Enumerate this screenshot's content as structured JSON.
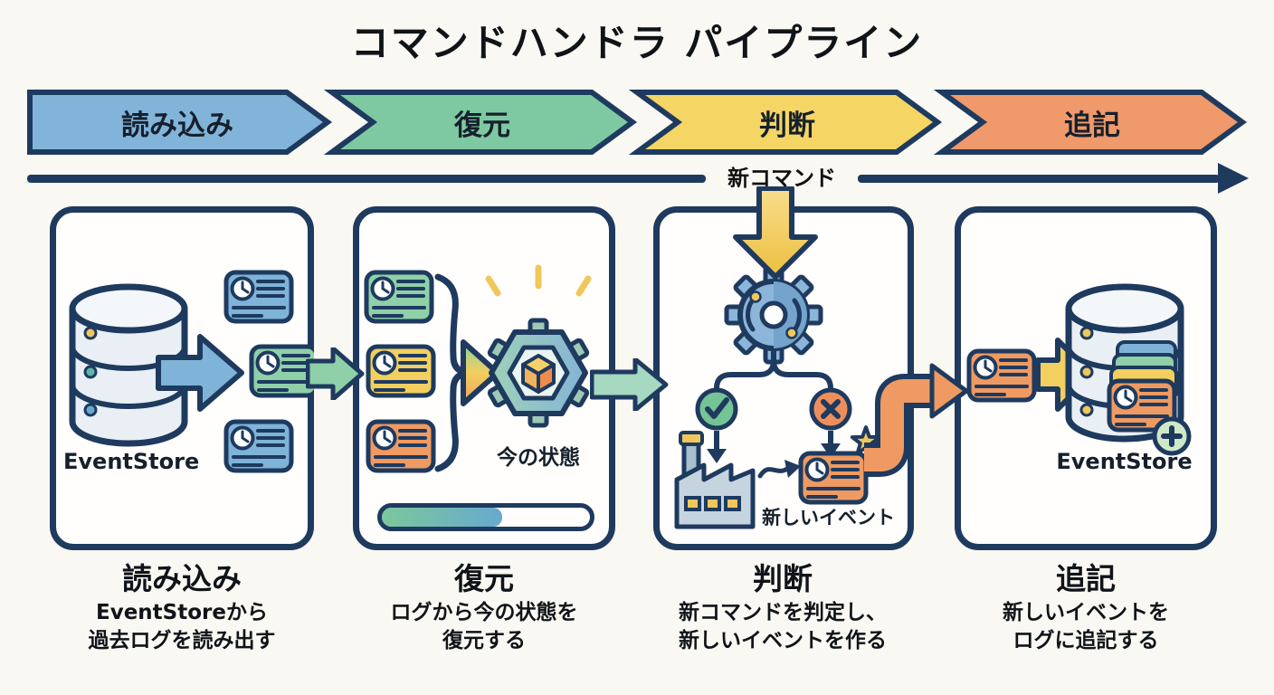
{
  "title": "コマンドハンドラ パイプライン",
  "stages": [
    {
      "label": "読み込み",
      "color": "#82b4da"
    },
    {
      "label": "復元",
      "color": "#7ec9a1"
    },
    {
      "label": "判断",
      "color": "#f5d563"
    },
    {
      "label": "追記",
      "color": "#f0996a"
    }
  ],
  "flow_arrow": {
    "label": "新コマンド"
  },
  "panels": [
    {
      "store_label": "EventStore",
      "caption": {
        "title": "読み込み",
        "line1": "EventStoreから",
        "line2": "過去ログを読み出す"
      }
    },
    {
      "state_label": "今の状態",
      "caption": {
        "title": "復元",
        "line1": "ログから今の状態を",
        "line2": "復元する"
      }
    },
    {
      "event_label": "新しいイベント",
      "caption": {
        "title": "判断",
        "line1": "新コマンドを判定し、",
        "line2": "新しいイベントを作る"
      }
    },
    {
      "store_label": "EventStore",
      "caption": {
        "title": "追記",
        "line1": "新しいイベントを",
        "line2": "ログに追記する"
      }
    }
  ],
  "colors": {
    "outline_navy": "#1e3a5f",
    "stage_blue": "#82b4da",
    "stage_green": "#7ec9a1",
    "stage_yellow": "#f5d563",
    "stage_orange": "#f0996a",
    "card_blue": "#7fb3d8",
    "card_green": "#8fd0a8",
    "card_yellow": "#f2cf5e",
    "card_orange": "#ef9a62",
    "check_green": "#74c495",
    "error_orange": "#ee8f5b",
    "accent_gold": "#f0c75b",
    "progress_gradient": [
      "#7cc79b",
      "#68a9cf"
    ],
    "background": "#faf8f3"
  }
}
